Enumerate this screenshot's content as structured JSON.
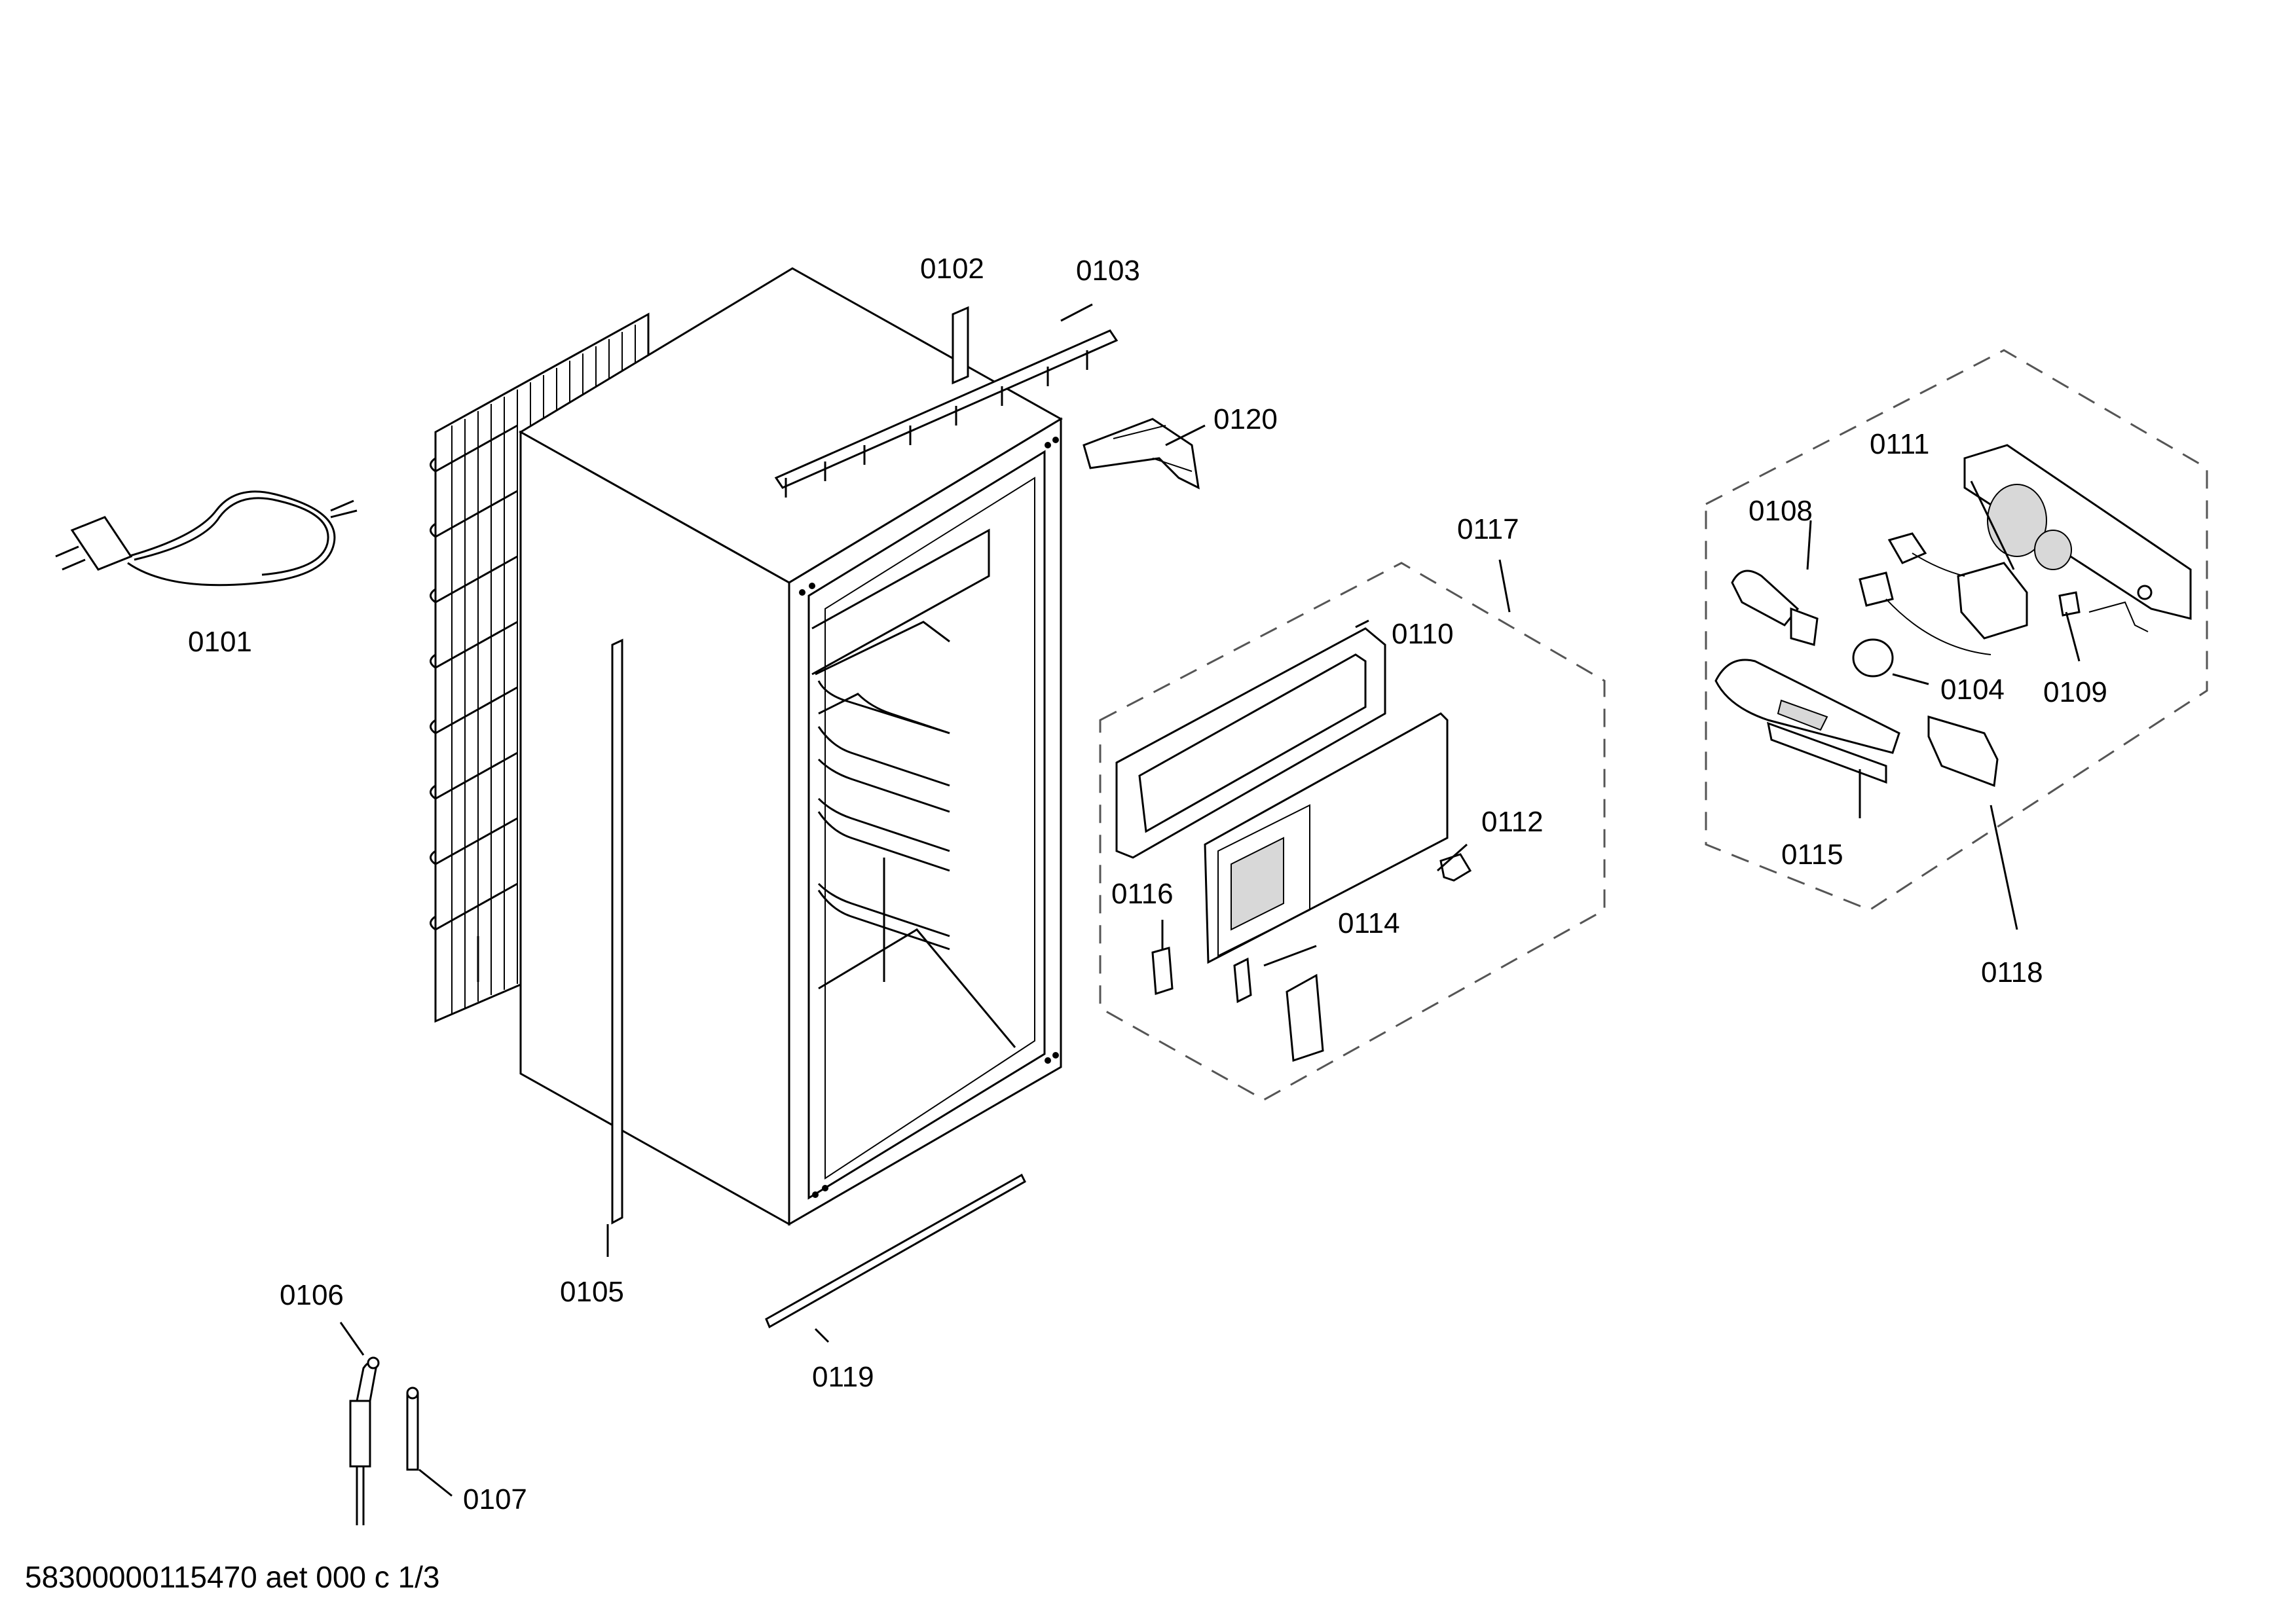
{
  "diagram": {
    "callouts": {
      "c0101": "0101",
      "c0102": "0102",
      "c0103": "0103",
      "c0104": "0104",
      "c0105": "0105",
      "c0106": "0106",
      "c0107": "0107",
      "c0108": "0108",
      "c0109": "0109",
      "c0110": "0110",
      "c0111": "0111",
      "c0112": "0112",
      "c0114": "0114",
      "c0115": "0115",
      "c0116": "0116",
      "c0117": "0117",
      "c0118": "0118",
      "c0119": "0119",
      "c0120": "0120"
    },
    "footer": "58300000115470 aet 000 c 1/3"
  }
}
